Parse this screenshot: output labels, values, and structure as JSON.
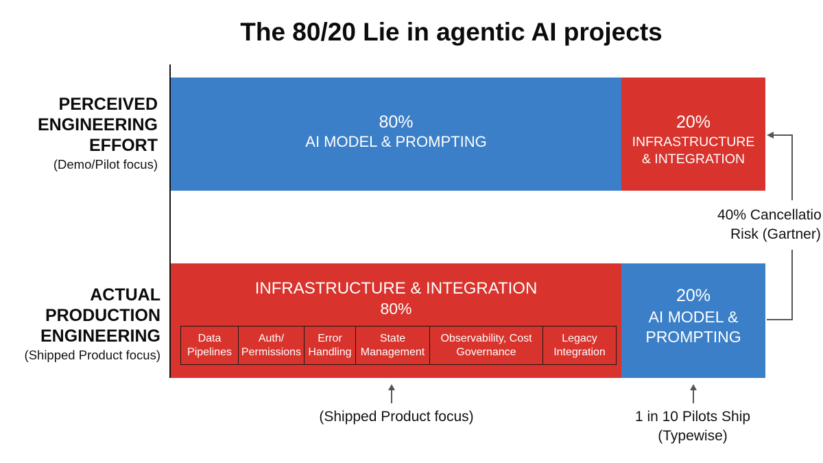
{
  "title": "The 80/20 Lie in agentic AI projects",
  "perceived": {
    "label_lines": [
      "PERCEIVED",
      "ENGINEERING",
      "EFFORT"
    ],
    "sublabel": "(Demo/Pilot focus)",
    "left_segment": {
      "percent": "80%",
      "label": "AI MODEL & PROMPTING",
      "share": 0.8
    },
    "right_segment": {
      "percent": "20%",
      "label_lines": [
        "INFRASTRUCTURE",
        "& INTEGRATION"
      ],
      "share": 0.2
    }
  },
  "actual": {
    "label_lines": [
      "ACTUAL",
      "PRODUCTION",
      "ENGINEERING"
    ],
    "sublabel": "(Shipped Product focus)",
    "left_segment": {
      "label": "INFRASTRUCTURE & INTEGRATION",
      "percent": "80%",
      "share": 0.8,
      "components": [
        {
          "lines": [
            "Data",
            "Pipelines"
          ]
        },
        {
          "lines": [
            "Auth/",
            "Permissions"
          ]
        },
        {
          "lines": [
            "Error",
            "Handling"
          ]
        },
        {
          "lines": [
            "State",
            "Management"
          ]
        },
        {
          "lines": [
            "Observability, Cost",
            "Governance"
          ]
        },
        {
          "lines": [
            "Legacy",
            "Integration"
          ]
        }
      ]
    },
    "right_segment": {
      "percent": "20%",
      "label_lines": [
        "AI MODEL &",
        "PROMPTING"
      ],
      "share": 0.2
    }
  },
  "annotations": {
    "risk": [
      "40% Cancellatio",
      "Risk (Gartner)"
    ],
    "shipped_note": "(Shipped Product focus)",
    "pilots_note": [
      "1 in 10 Pilots Ship",
      "(Typewise)"
    ]
  },
  "colors": {
    "blue": "#3b7fc8",
    "red": "#d8332c"
  }
}
